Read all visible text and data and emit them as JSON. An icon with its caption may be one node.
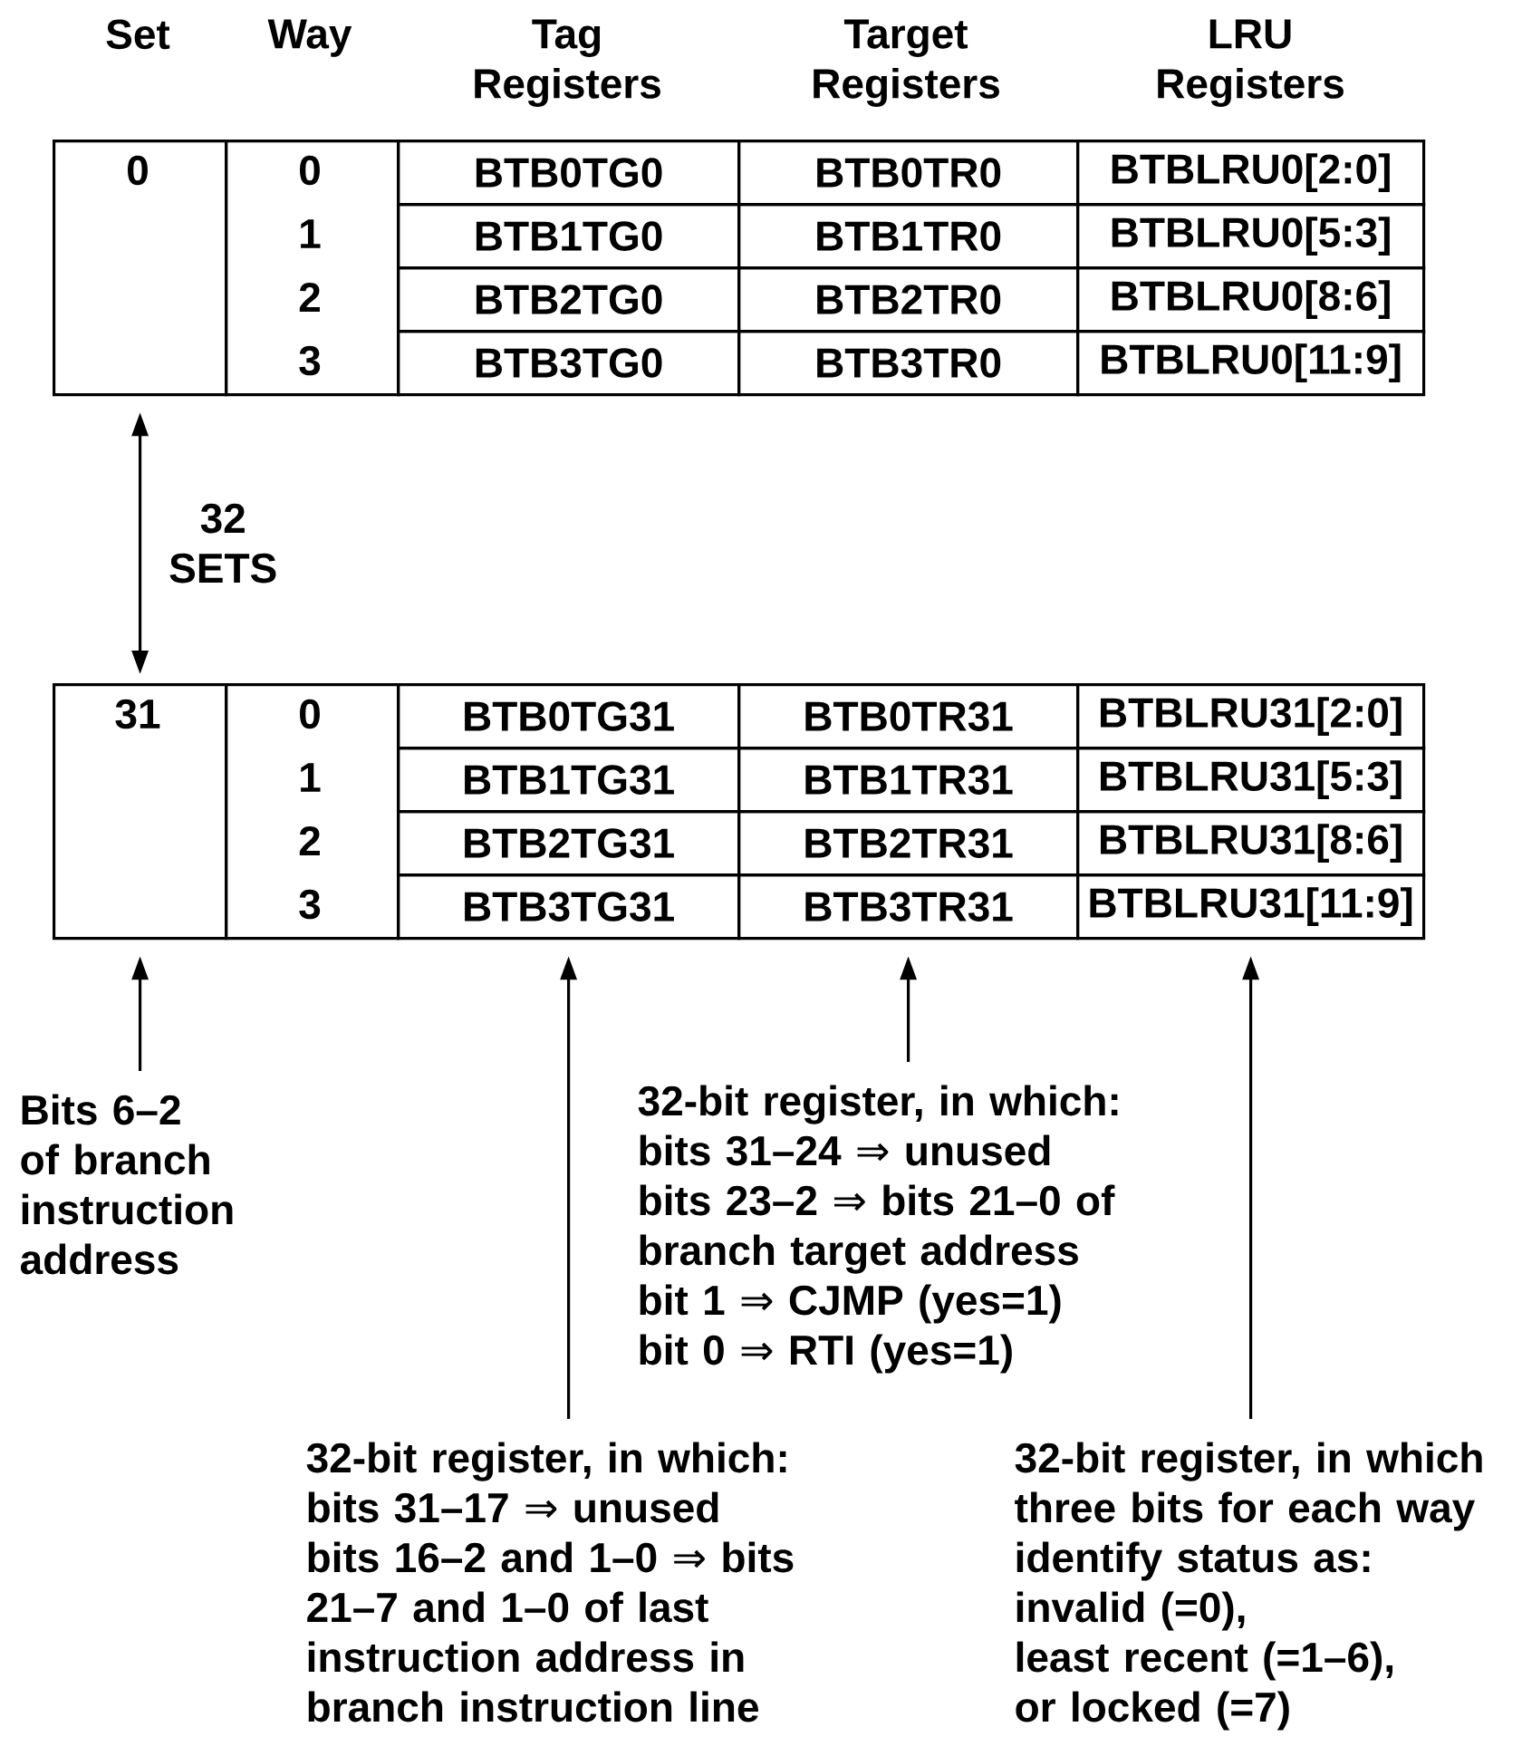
{
  "diagram": {
    "nodes": [
      {
        "text": [
          "0"
        ]
      },
      {
        "text": [
          "0",
          "1",
          "2",
          "3"
        ]
      },
      {
        "text": [
          "BTB0TG0"
        ]
      },
      {
        "text": [
          "BTB1TG0"
        ]
      },
      {
        "text": [
          "BTB2TG0"
        ]
      },
      {
        "text": [
          "BTB3TG0"
        ]
      },
      {
        "text": [
          "BTB0TR0"
        ]
      },
      {
        "text": [
          "BTB1TR0"
        ]
      },
      {
        "text": [
          "BTB2TR0"
        ]
      },
      {
        "text": [
          "BTB3TR0"
        ]
      },
      {
        "text": [
          "BTBLRU0[2:0]"
        ]
      },
      {
        "text": [
          "BTBLRU0[5:3]"
        ]
      },
      {
        "text": [
          "BTBLRU0[8:6]"
        ]
      },
      {
        "text": [
          "BTBLRU0[11:9]"
        ]
      },
      {
        "text": [
          "31"
        ]
      },
      {
        "text": [
          "0",
          "1",
          "2",
          "3"
        ]
      },
      {
        "text": [
          "BTB0TG31"
        ]
      },
      {
        "text": [
          "BTB1TG31"
        ]
      },
      {
        "text": [
          "BTB2TG31"
        ]
      },
      {
        "text": [
          "BTB3TG31"
        ]
      },
      {
        "text": [
          "BTB0TR31"
        ]
      },
      {
        "text": [
          "BTB1TR31"
        ]
      },
      {
        "text": [
          "BTB2TR31"
        ]
      },
      {
        "text": [
          "BTB3TR31"
        ]
      },
      {
        "text": [
          "BTBLRU31[2:0]"
        ]
      },
      {
        "text": [
          "BTBLRU31[5:3]"
        ]
      },
      {
        "text": [
          "BTBLRU31[8:6]"
        ]
      },
      {
        "text": [
          "BTBLRU31[11:9]"
        ]
      },
      {
        "text": [
          "Bits 6–2 of branch instruction address"
        ]
      },
      {
        "text": [
          "32-bit register, in which:",
          "bits 31–24 ⇒ unused",
          "bits 23–2 ⇒ bits 21–0 of branch target address",
          "bit 1 ⇒ CJMP (yes=1)",
          "bit 0 ⇒ RTI (yes=1)"
        ]
      },
      {
        "text": [
          "32-bit register, in which:",
          "bits 31–17 ⇒ unused",
          "bits 16–2 and 1–0 ⇒ bits 21–7 and 1–0 of last instruction address in branch instruction line"
        ]
      },
      {
        "text": [
          "32-bit register, in which three bits for each way identify status as:",
          "invalid (=0),",
          "least recent (=1–6),",
          "or locked (=7)"
        ]
      }
    ],
    "edges": [
      {
        "from": 0,
        "to": 14,
        "arrow": "both",
        "label": "32 SETS"
      },
      {
        "from": 28,
        "to": 14,
        "arrow": "to"
      },
      {
        "from": 30,
        "to": 19,
        "arrow": "to"
      },
      {
        "from": 29,
        "to": 23,
        "arrow": "to"
      },
      {
        "from": 31,
        "to": 27,
        "arrow": "to"
      }
    ],
    "labels": [
      "Set",
      "Way",
      "Tag Registers",
      "Target Registers",
      "LRU Registers"
    ]
  }
}
